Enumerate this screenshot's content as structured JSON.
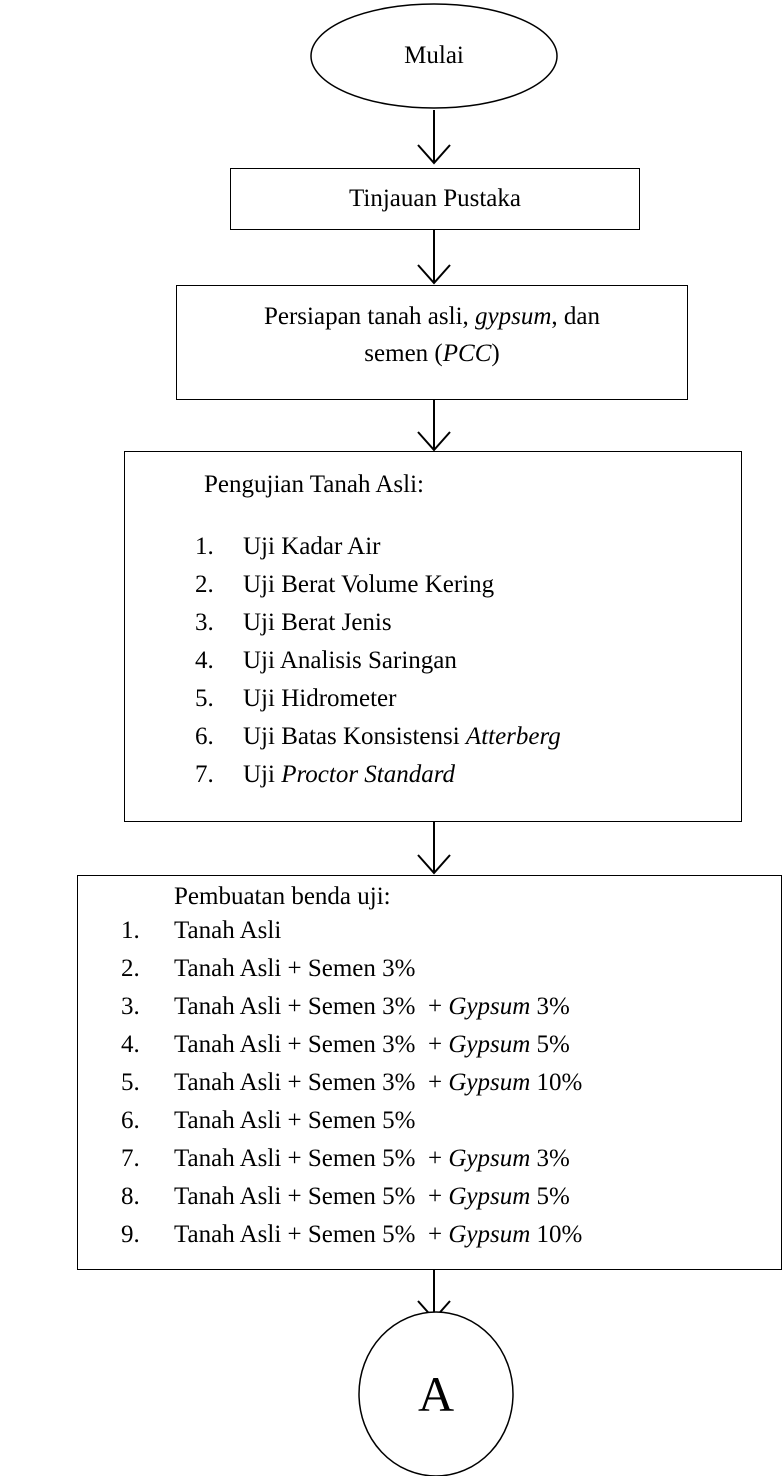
{
  "start": {
    "label": "Mulai"
  },
  "step1": {
    "label": "Tinjauan Pustaka"
  },
  "step2": {
    "line1_a": "Persiapan tanah asli, ",
    "line1_italic": "gypsum",
    "line1_b": ", dan",
    "line2_a": "semen (",
    "line2_italic": "PCC",
    "line2_b": ")"
  },
  "step3": {
    "title": "Pengujian Tanah Asli:",
    "items": [
      {
        "num": "1.",
        "text": "Uji Kadar Air",
        "italic": ""
      },
      {
        "num": "2.",
        "text": "Uji Berat Volume Kering",
        "italic": ""
      },
      {
        "num": "3.",
        "text": "Uji Berat Jenis",
        "italic": ""
      },
      {
        "num": "4.",
        "text": "Uji Analisis Saringan",
        "italic": ""
      },
      {
        "num": "5.",
        "text": "Uji Hidrometer",
        "italic": ""
      },
      {
        "num": "6.",
        "text": "Uji Batas Konsistensi ",
        "italic": "Atterberg"
      },
      {
        "num": "7.",
        "text": "Uji ",
        "italic": "Proctor Standard"
      }
    ]
  },
  "step4": {
    "title": "Pembuatan benda uji:",
    "items": [
      {
        "num": "1.",
        "text": "Tanah Asli",
        "italic": "",
        "tail": ""
      },
      {
        "num": "2.",
        "text": "Tanah Asli + Semen 3%",
        "italic": "",
        "tail": ""
      },
      {
        "num": "3.",
        "text": "Tanah Asli + Semen 3%  + ",
        "italic": "Gypsum",
        "tail": " 3%"
      },
      {
        "num": "4.",
        "text": "Tanah Asli + Semen 3%  + ",
        "italic": "Gypsum",
        "tail": " 5%"
      },
      {
        "num": "5.",
        "text": "Tanah Asli + Semen 3%  + ",
        "italic": "Gypsum",
        "tail": " 10%"
      },
      {
        "num": "6.",
        "text": "Tanah Asli + Semen 5%",
        "italic": "",
        "tail": ""
      },
      {
        "num": "7.",
        "text": "Tanah Asli + Semen 5%  + ",
        "italic": "Gypsum",
        "tail": " 3%"
      },
      {
        "num": "8.",
        "text": "Tanah Asli + Semen 5%  + ",
        "italic": "Gypsum",
        "tail": " 5%"
      },
      {
        "num": "9.",
        "text": "Tanah Asli + Semen 5%  + ",
        "italic": "Gypsum",
        "tail": " 10%"
      }
    ]
  },
  "connector": {
    "label": "A"
  }
}
